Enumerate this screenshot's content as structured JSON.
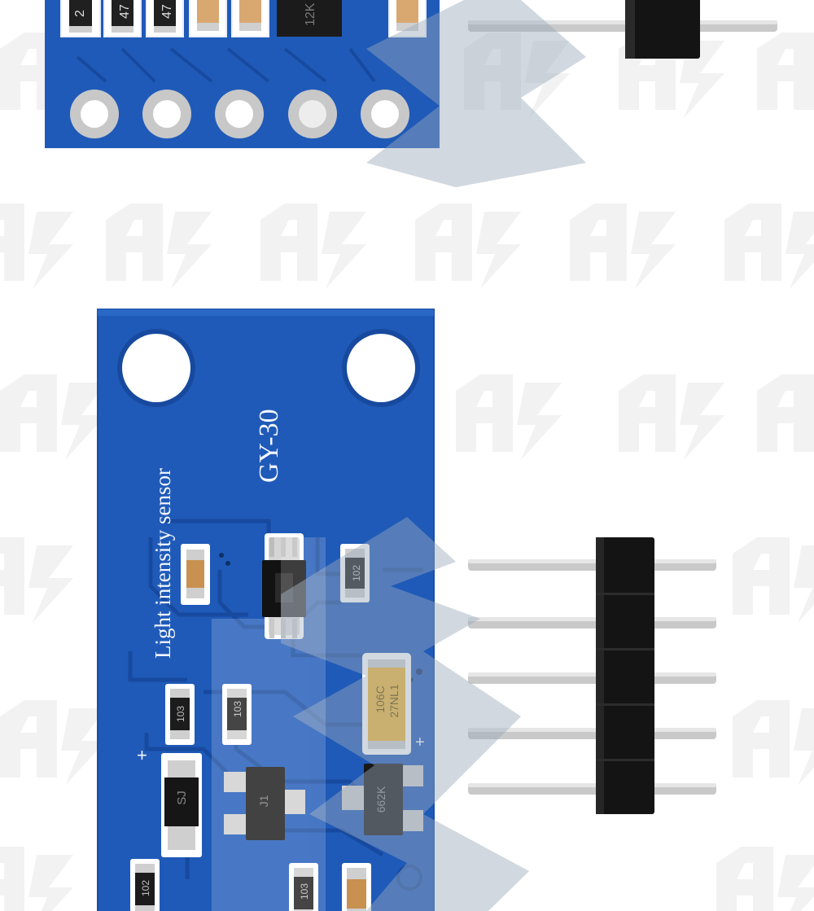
{
  "board": {
    "model_label": "GY-30",
    "sensor_label": "Light intensity sensor",
    "color": "#1f5ab8"
  },
  "components": {
    "top_board_resistors": [
      "2",
      "47",
      "47",
      "",
      "",
      "",
      ""
    ],
    "top_board_ic_marking": "12K",
    "resistor_top_right": "102",
    "resistor_mid_left": "103",
    "resistor_mid_right": "103",
    "regulator_marking": "J1",
    "diode_marking": "SJ",
    "transistor_marking": "662K",
    "capacitor_marking_line1": "106C",
    "capacitor_marking_line2": "27NL1",
    "resistor_bottom_left": "102",
    "resistor_bottom_mid": "103"
  },
  "colors": {
    "pcb_blue": "#1f5ab8",
    "pcb_trace": "#184a9e",
    "silkscreen": "#f2f6ff",
    "capacitor": "#f1b733",
    "header_black": "#141414",
    "pin_silver": "#c9c9c9",
    "watermark_grey": "#eeeeee",
    "arrow_overlay": "#9aa8ba"
  },
  "icons": {
    "watermark": "brand-logo-watermark-icon",
    "overlay": "arrow-overlay-icon"
  }
}
